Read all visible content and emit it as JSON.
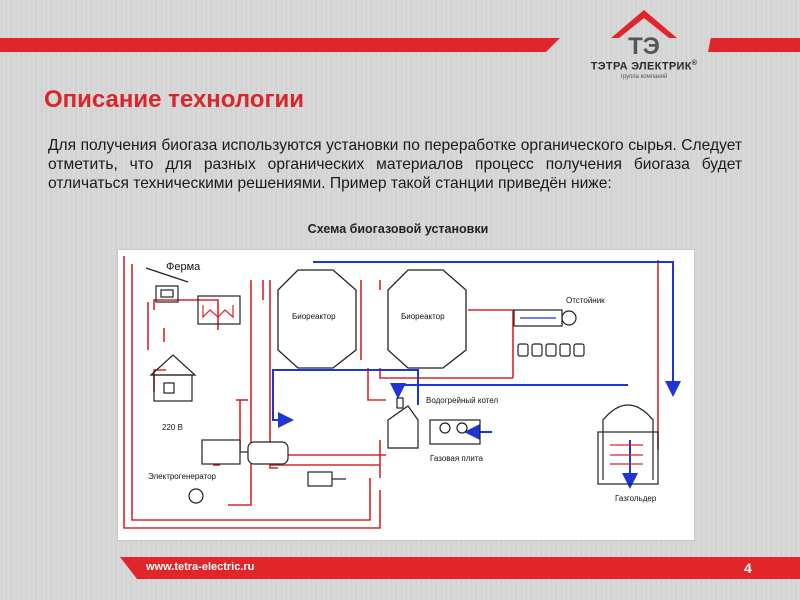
{
  "header": {
    "logo_name": "ТЭТРА ЭЛЕКТРИК",
    "logo_reg": "®",
    "logo_sub": "группа компаний",
    "logo_mark": "ТЭ",
    "accent_color": "#e0262b"
  },
  "slide": {
    "title": "Описание технологии",
    "intro": "Для получения биогаза используются установки по переработке органического сырья. Следует отметить, что для разных органических материалов процесс получения биогаза будет отличаться техническими решениями. Пример такой станции приведён ниже:",
    "scheme_caption": "Схема биогазовой установки"
  },
  "scheme": {
    "labels": {
      "farm": "Ферма",
      "bioreactor_1": "Биореактор",
      "bioreactor_2": "Биореактор",
      "settler": "Отстойник",
      "boiler": "Водогрейный котел",
      "gas_stove": "Газовая плита",
      "voltage": "220 В",
      "generator": "Электрогенератор",
      "gasholder": "Газгольдер"
    },
    "colors": {
      "gas_line": "#1f35d6",
      "feed_line": "#d8262b",
      "drawing": "#222222"
    }
  },
  "footer": {
    "url": "www.tetra-electric.ru",
    "page_number": "4"
  }
}
